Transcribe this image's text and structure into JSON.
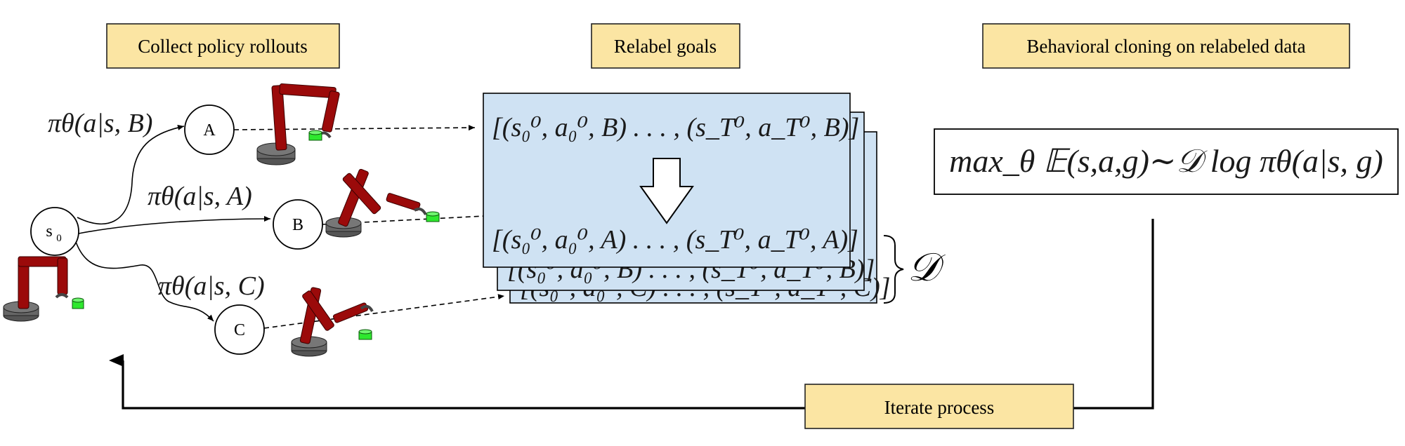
{
  "headers": {
    "collect": "Collect policy rollouts",
    "relabel": "Relabel goals",
    "bc": "Behavioral cloning on relabeled data"
  },
  "nodes": {
    "s0": "s",
    "s0_sub": "0",
    "a": "A",
    "b": "B",
    "c": "C"
  },
  "policy_labels": {
    "to_a": "πθ(a|s, B)",
    "to_b": "πθ(a|s, A)",
    "to_c": "πθ(a|s, C)"
  },
  "trajectories": {
    "top": "[(s₀⁰, a₀⁰, B) . . . , (s_T⁰, a_T⁰, B)]",
    "bottom": "[(s₀⁰, a₀⁰, A) . . . , (s_T⁰, a_T⁰, A)]"
  },
  "dataset_symbol": "𝒟",
  "objective": "max_θ 𝔼(s,a,g)∼𝒟 log πθ(a|s, g)",
  "iterate_label": "Iterate process",
  "colors": {
    "header_fill": "#fbe5a3",
    "card_fill": "#cfe2f3",
    "robot_arm": "#9b0a0a",
    "robot_base": "#666666",
    "target_block": "#2ee82e"
  }
}
